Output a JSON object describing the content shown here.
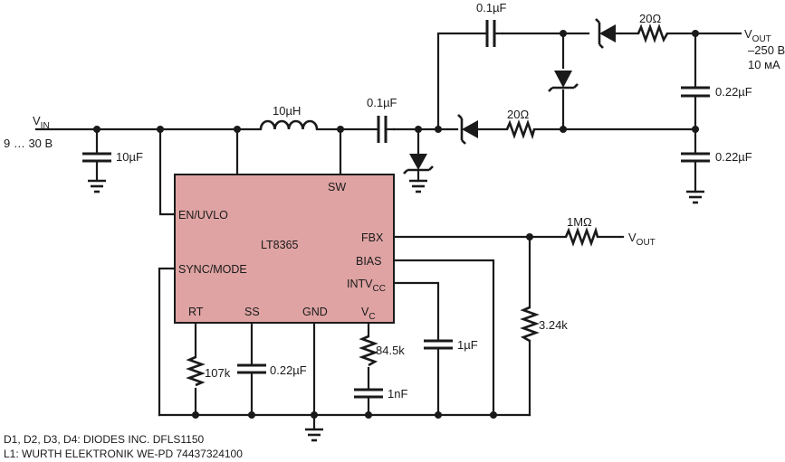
{
  "vin": {
    "label": "V",
    "sub": "IN",
    "range": "9 … 30 B"
  },
  "vout_neg": {
    "label": "V",
    "sub": "OUT",
    "voltage": "–250 B",
    "current": "10 мА"
  },
  "vout_fb": {
    "label": "V",
    "sub": "OUT"
  },
  "ic": {
    "name": "LT8365",
    "pins": {
      "sw": "SW",
      "en_uvlo": "EN/UVLO",
      "fbx": "FBX",
      "bias": "BIAS",
      "intvcc": "INTV",
      "intvcc_sub": "CC",
      "sync_mode": "SYNC/MODE",
      "rt": "RT",
      "ss": "SS",
      "gnd": "GND",
      "vc": "V",
      "vc_sub": "C"
    }
  },
  "components": {
    "c_in": "10µF",
    "l1": "10µH",
    "c_coupling": "0.1µF",
    "c_pump_top": "0.1µF",
    "r_top": "20Ω",
    "r_mid": "20Ω",
    "c_out_top": "0.22µF",
    "c_out_bottom": "0.22µF",
    "r_fb_top": "1MΩ",
    "r_fb_bottom": "3.24k",
    "r_rt": "107k",
    "c_ss": "0.22µF",
    "r_vc": "84.5k",
    "c_vc": "1nF",
    "c_intvcc": "1µF"
  },
  "notes": {
    "diodes": "D1, D2, D3, D4: DIODES INC. DFLS1150",
    "inductor": "L1: WURTH ELEKTRONIK WE-PD 74437324100"
  }
}
